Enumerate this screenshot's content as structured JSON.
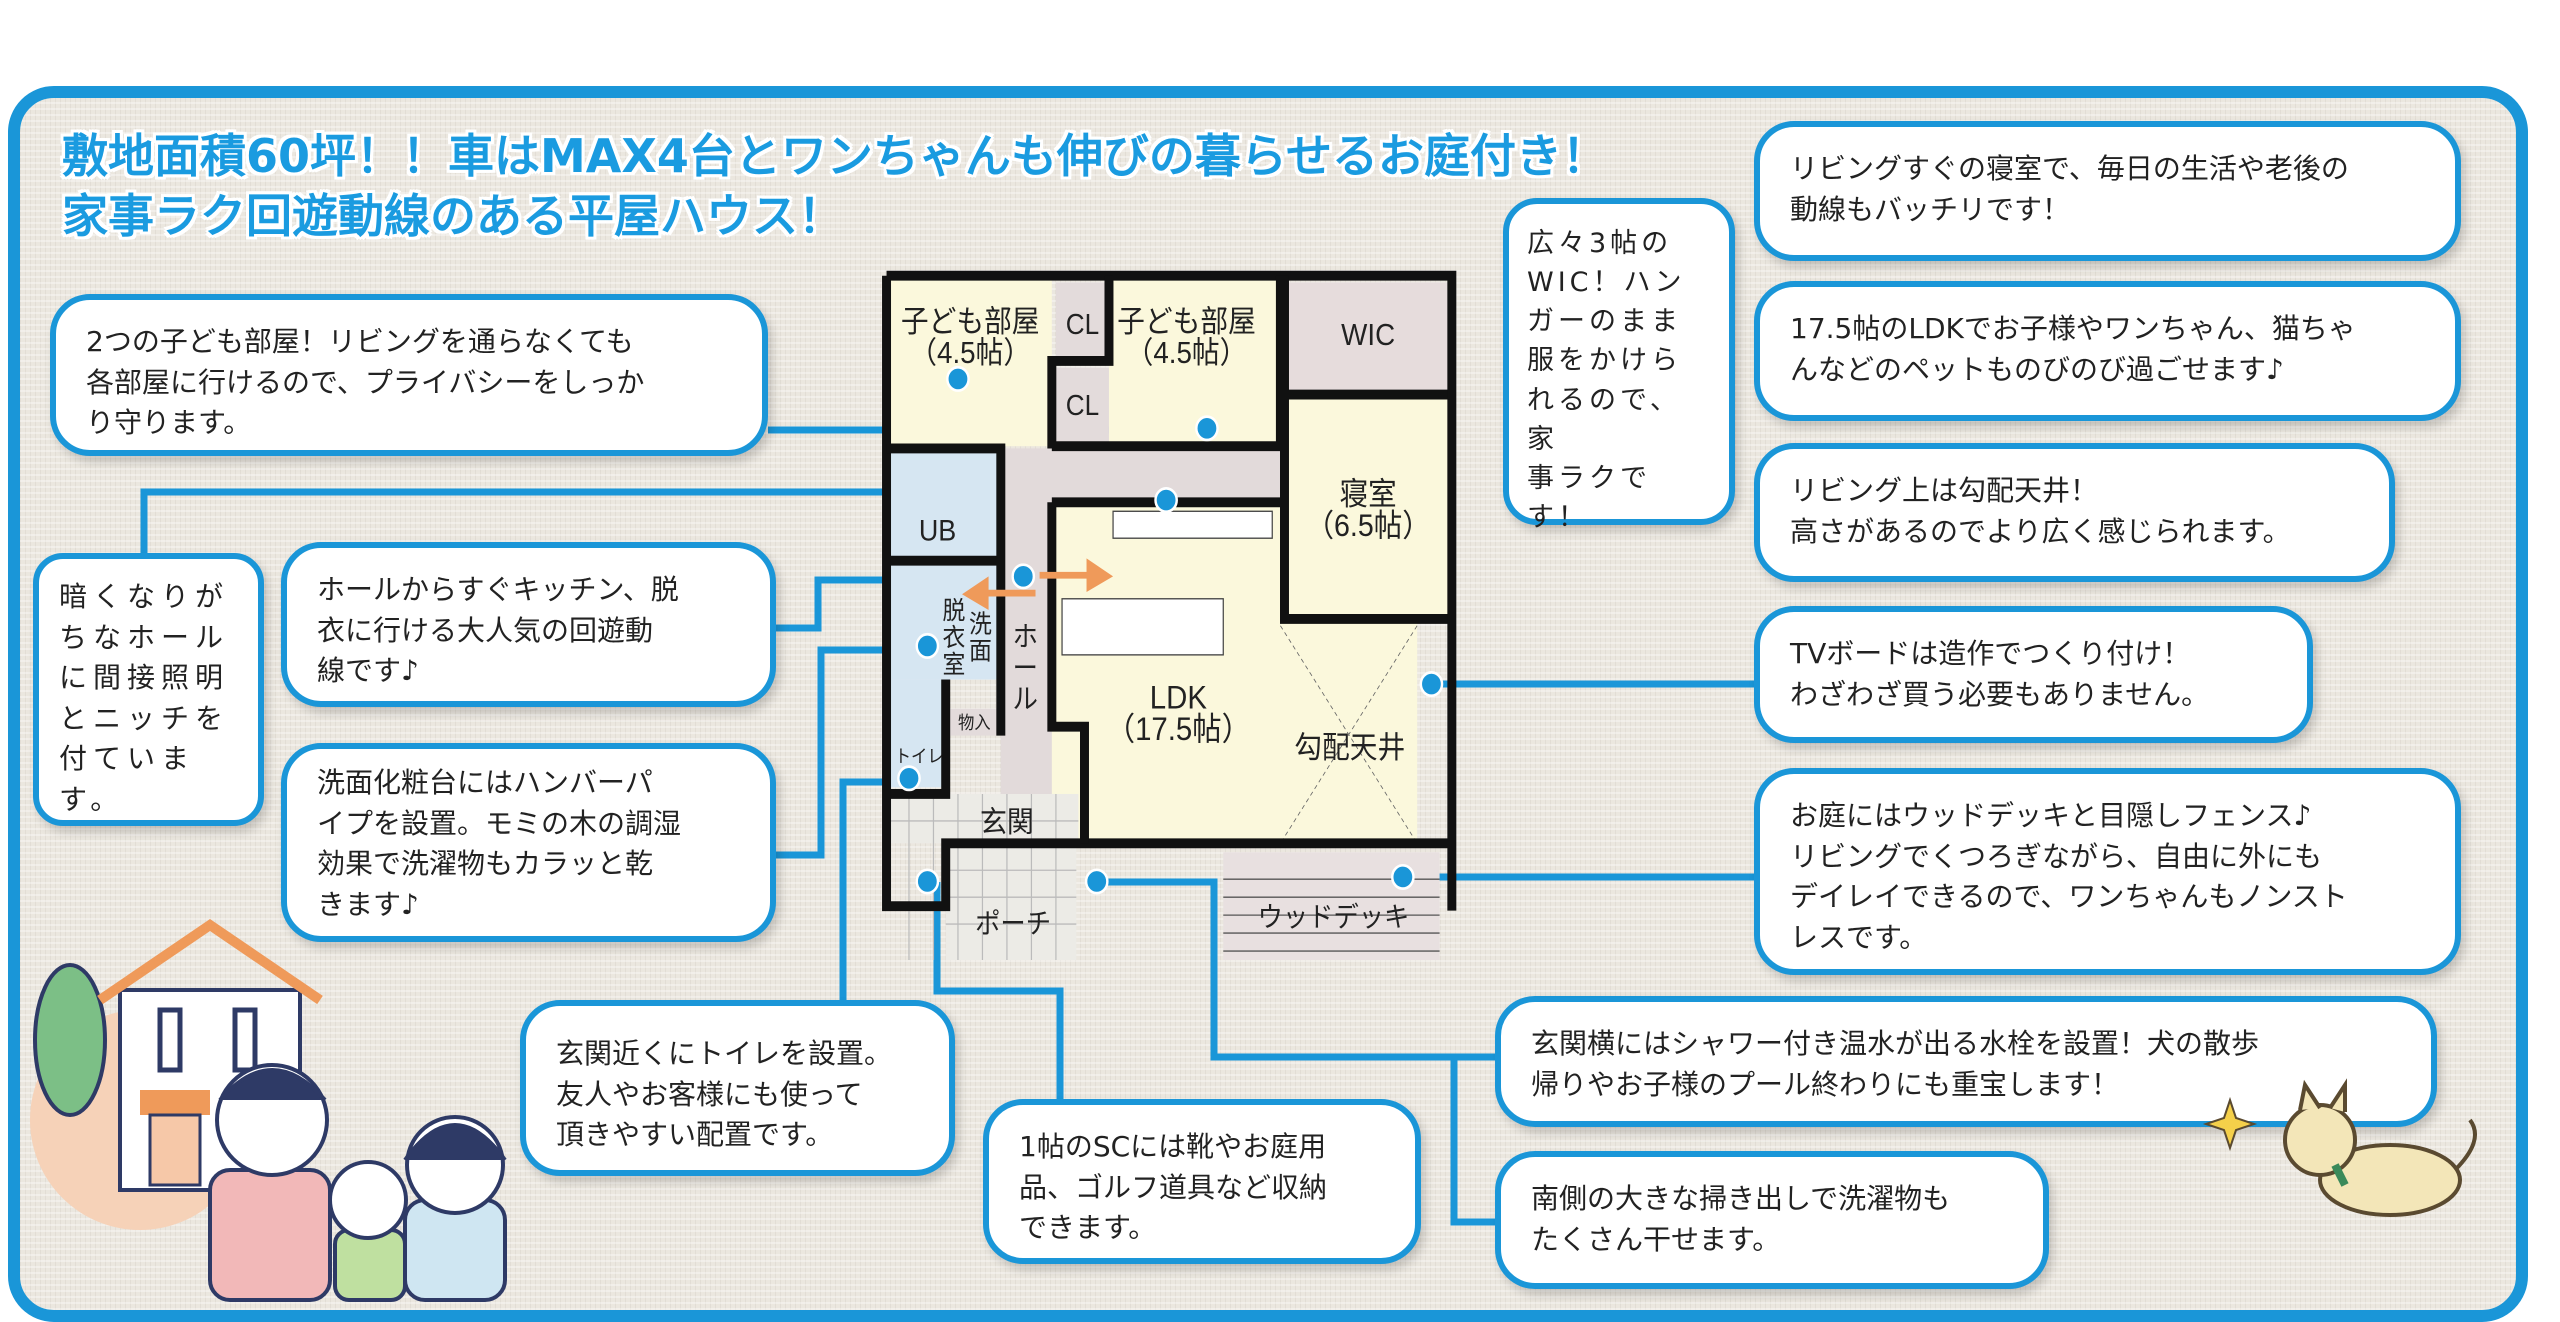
{
  "title": {
    "line1": "敷地面積60坪！！車はMAX4台とワンちゃんも伸びの暮らせるお庭付き！",
    "line2": "家事ラク回遊動線のある平屋ハウス！"
  },
  "callouts": {
    "bedroom": "リビングすぐの寝室で、毎日の生活や老後の\n動線もバッチリです！",
    "ldk": "17.5帖のLDKでお子様やワンちゃん、猫ちゃ\nんなどのペットものびのび過ごせます♪",
    "ceiling": "リビング上は勾配天井！\n高さがあるのでより広く感じられます。",
    "tv": "TVボードは造作でつくり付け！\nわざわざ買う必要もありません。",
    "garden": "お庭にはウッドデッキと目隠しフェンス♪\nリビングでくつろぎながら、自由に外にも\nデイレイできるので、ワンちゃんもノンスト\nレスです。",
    "faucet": "玄関横にはシャワー付き温水が出る水栓を設置！犬の散歩\n帰りやお子様のプール終わりにも重宝します！",
    "window": "南側の大きな掃き出しで洗濯物も\nたくさん干せます。",
    "sc": "1帖のSCには靴やお庭用\n品、ゴルフ道具など収納\nできます。",
    "toilet": "玄関近くにトイレを設置。\n友人やお客様にも使って\n頂きやすい配置です。",
    "vanity": "洗面化粧台にはハンバーパ\nイプを設置。モミの木の調湿\n効果で洗濯物もカラッと乾\nきます♪",
    "hall": "ホールからすぐキッチン、脱\n衣に行ける大人気の回遊動\n線です♪",
    "niche": "暗くなりが\nちなホール\nに間接照明\nとニッチを\n付ています。",
    "kids": "2つの子ども部屋！リビングを通らなくても\n各部屋に行けるので、プライバシーをしっか\nり守ります。",
    "wic": "広々3帖の\nWIC！ハン\nガーのまま\n服をかけら\nれるので、家\n事ラクです！"
  },
  "plan": {
    "kids1": "子ども部屋",
    "kids1_size": "（4.5帖）",
    "kids2": "子ども部屋",
    "kids2_size": "（4.5帖）",
    "cl1": "CL",
    "cl2": "CL",
    "wic": "WIC",
    "bedroom": "寝室",
    "bedroom_size": "（6.5帖）",
    "ub": "UB",
    "wash1": "脱",
    "wash2": "衣",
    "wash3": "室",
    "wash4": "洗",
    "wash5": "面",
    "hall1": "ホ",
    "hall2": "ー",
    "hall3": "ル",
    "storage": "物入",
    "toilet": "トイレ",
    "ldk": "LDK",
    "ldk_size": "（17.5帖）",
    "ceiling": "勾配天井",
    "entrance": "玄関",
    "porch": "ポーチ",
    "deck": "ウッドデッキ"
  },
  "colors": {
    "accent": "#1a96d8",
    "room": "#fbf8dc",
    "wet": "#d6e6f2",
    "storage": "#e3dbdb",
    "arrow": "#ef9a5a"
  }
}
